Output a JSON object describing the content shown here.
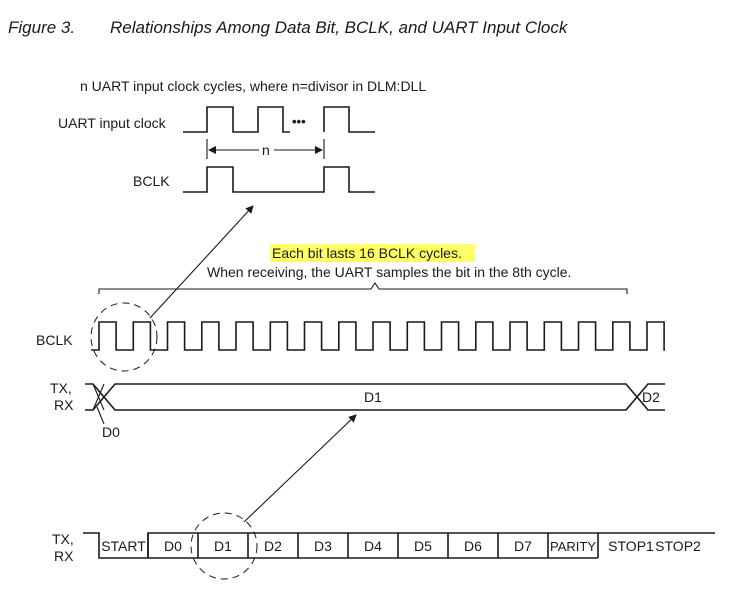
{
  "figure": {
    "number": "Figure 3.",
    "title": "Relationships Among Data Bit, BCLK, and UART Input Clock"
  },
  "top_section": {
    "note": "n UART input clock cycles, where n=divisor in DLM:DLL",
    "uart_clock_label": "UART input clock",
    "ellipsis": "•••",
    "n_label": "n",
    "bclk_label": "BCLK"
  },
  "annotation": {
    "highlight_text": "Each bit lasts 16 BCLK cycles.",
    "highlight_color": "#ffff66",
    "sample_text": "When receiving, the UART samples the bit in the 8th cycle."
  },
  "middle_section": {
    "bclk_label": "BCLK",
    "txrx_label_line1": "TX,",
    "txrx_label_line2": "RX",
    "d0_label": "D0",
    "d1_label": "D1",
    "d2_label": "D2",
    "bclk_cycles_per_bit": 16,
    "sample_cycle": 8
  },
  "bottom_section": {
    "txrx_label_line1": "TX,",
    "txrx_label_line2": "RX",
    "frame": [
      "START",
      "D0",
      "D1",
      "D2",
      "D3",
      "D4",
      "D5",
      "D6",
      "D7",
      "PARITY",
      "STOP1",
      "STOP2"
    ]
  }
}
